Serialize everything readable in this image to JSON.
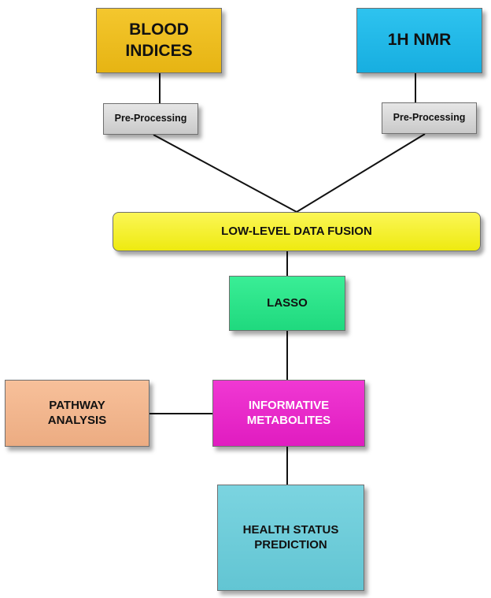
{
  "diagram": {
    "nodes": {
      "blood_indices": "BLOOD\nINDICES",
      "nmr": "1H NMR",
      "preprocessing_left": "Pre-Processing",
      "preprocessing_right": "Pre-Processing",
      "data_fusion": "LOW-LEVEL DATA FUSION",
      "lasso": "LASSO",
      "informative_metabolites": "INFORMATIVE\nMETABOLITES",
      "pathway_analysis": "PATHWAY\nANALYSIS",
      "health_status": "HEALTH STATUS\nPREDICTION"
    },
    "edges": [
      {
        "from": "blood_indices",
        "to": "preprocessing_left"
      },
      {
        "from": "nmr",
        "to": "preprocessing_right"
      },
      {
        "from": "preprocessing_left",
        "to": "data_fusion"
      },
      {
        "from": "preprocessing_right",
        "to": "data_fusion"
      },
      {
        "from": "data_fusion",
        "to": "lasso"
      },
      {
        "from": "lasso",
        "to": "informative_metabolites"
      },
      {
        "from": "informative_metabolites",
        "to": "pathway_analysis"
      },
      {
        "from": "informative_metabolites",
        "to": "health_status"
      }
    ],
    "colors": {
      "blood_indices": "#f0c020",
      "nmr": "#20b8ea",
      "preprocessing": "#d9d9d9",
      "data_fusion": "#f6f236",
      "lasso": "#2ee58a",
      "informative_metabolites": "#e82ccb",
      "pathway_analysis": "#f2b68e",
      "health_status": "#6ecddb"
    }
  }
}
